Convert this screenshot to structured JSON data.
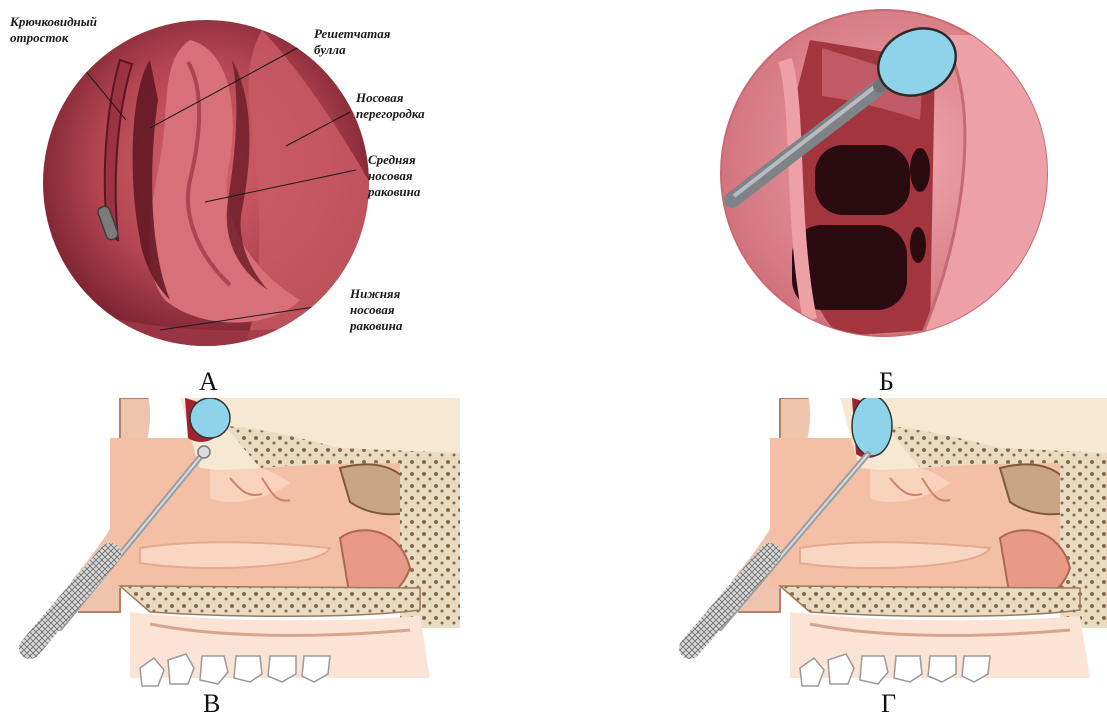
{
  "figure": {
    "panels": [
      {
        "letter": "А",
        "illustration": "endoscopic-view-middle-meatus",
        "labels": [
          "Крючковидный\nотросток",
          "Решетчатая\nбулла",
          "Носовая\nперегородка",
          "Средняя\nносовая\nраковина",
          "Нижняя\nносовая\nраковина"
        ]
      },
      {
        "letter": "Б",
        "illustration": "endoscopic-view-balloon-instrument"
      },
      {
        "letter": "В",
        "illustration": "sagittal-section-balloon-catheter-insertion"
      },
      {
        "letter": "Г",
        "illustration": "sagittal-section-balloon-catheter-inflated"
      }
    ],
    "colors": {
      "mucosa": "#b04450",
      "mucosa_light": "#e0858c",
      "balloon": "#8fd3ea",
      "bone": "#e9dcc3",
      "tissue": "#f3c0a6",
      "instrument": "#8f9499"
    }
  }
}
